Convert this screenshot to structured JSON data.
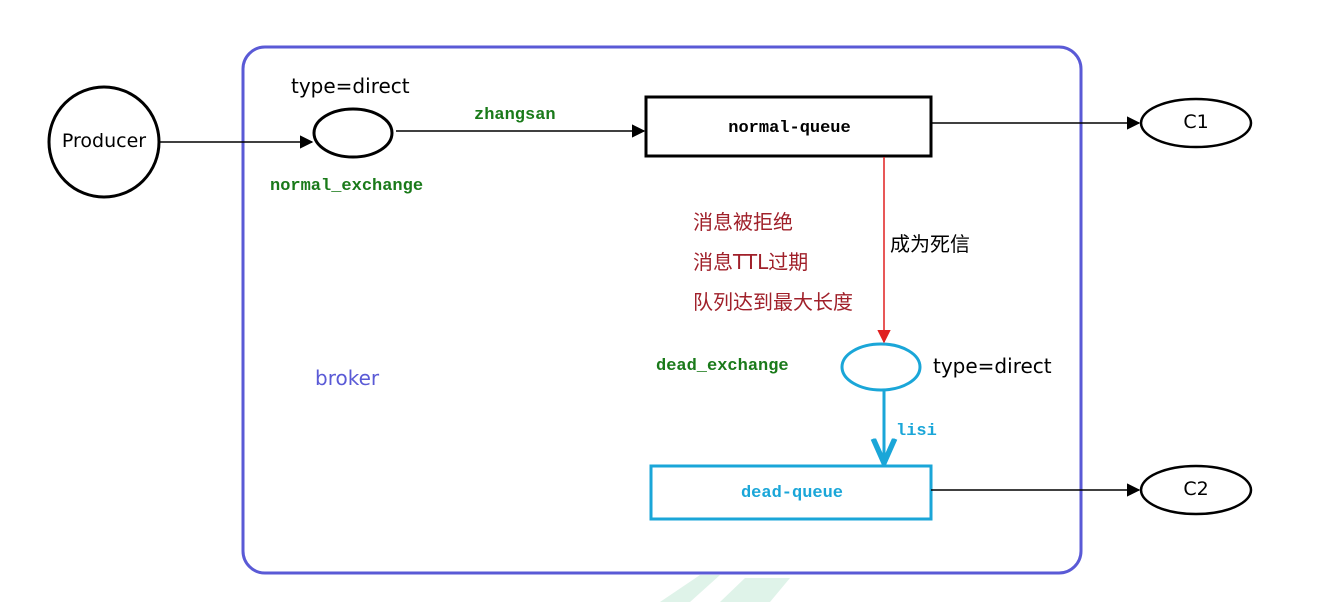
{
  "colors": {
    "broker_border": "#5a5ad6",
    "black": "#000000",
    "green": "#1a7a1a",
    "red_text": "#a0202a",
    "red_arrow": "#e02020",
    "cyan": "#1aa6d8",
    "watermark": "#dff3e9"
  },
  "producer": {
    "label": "Producer"
  },
  "broker": {
    "label": "broker"
  },
  "normal_exchange": {
    "label": "normal_exchange",
    "type_label": "type=direct"
  },
  "normal_routing_key": {
    "label": "zhangsan"
  },
  "normal_queue": {
    "label": "normal-queue"
  },
  "consumer1": {
    "label": "C1"
  },
  "dead_letter": {
    "reason_1": "消息被拒绝",
    "reason_2": "消息TTL过期",
    "reason_3": "队列达到最大长度",
    "become_label": "成为死信"
  },
  "dead_exchange": {
    "label": "dead_exchange",
    "type_label": "type=direct"
  },
  "dead_routing_key": {
    "label": "lisi"
  },
  "dead_queue": {
    "label": "dead-queue"
  },
  "consumer2": {
    "label": "C2"
  }
}
